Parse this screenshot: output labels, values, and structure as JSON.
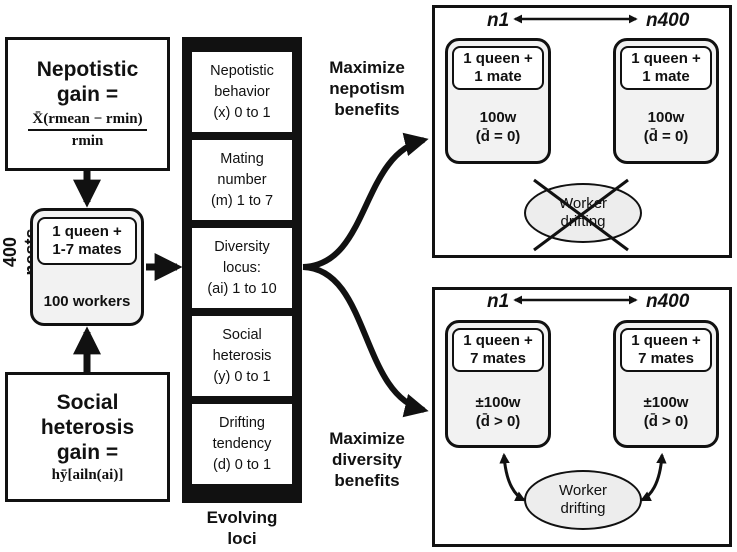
{
  "nepotistic_gain": {
    "title_line1": "Nepotistic",
    "title_line2": "gain =",
    "numerator": "X̄(rmean − rmin)",
    "denominator": "rmin"
  },
  "social_heterosis_gain": {
    "title_line1": "Social",
    "title_line2": "heterosis",
    "title_line3": "gain =",
    "formula": "hȳ[ailn(ai)]"
  },
  "nests_label": "400 nests",
  "central_nest": {
    "queen_line1": "1 queen +",
    "queen_line2": "1-7 mates",
    "workers": "100 workers"
  },
  "loci": [
    {
      "line1": "Nepotistic",
      "line2": "behavior",
      "line3": "(x) 0 to 1"
    },
    {
      "line1": "Mating",
      "line2": "number",
      "line3": "(m) 1 to 7"
    },
    {
      "line1": "Diversity",
      "line2": "locus:",
      "line3": "(ai) 1 to 10"
    },
    {
      "line1": "Social",
      "line2": "heterosis",
      "line3": "(y) 0 to 1"
    },
    {
      "line1": "Drifting",
      "line2": "tendency",
      "line3": "(d) 0 to 1"
    }
  ],
  "loci_caption_line1": "Evolving",
  "loci_caption_line2": "loci",
  "top_outcome": {
    "label_line1": "Maximize",
    "label_line2": "nepotism",
    "label_line3": "benefits",
    "n_left": "n1",
    "n_right": "n400",
    "nest_queen_line1": "1 queen +",
    "nest_queen_line2": "1 mate",
    "nest_workers": "100w",
    "nest_drift": "(d̄ = 0)",
    "drifting_line1": "Worker",
    "drifting_line2": "drifting"
  },
  "bottom_outcome": {
    "label_line1": "Maximize",
    "label_line2": "diversity",
    "label_line3": "benefits",
    "n_left": "n1",
    "n_right": "n400",
    "nest_queen_line1": "1 queen +",
    "nest_queen_line2": "7 mates",
    "nest_workers": "±100w",
    "nest_drift": "(d̄ > 0)",
    "drifting_line1": "Worker",
    "drifting_line2": "drifting"
  }
}
